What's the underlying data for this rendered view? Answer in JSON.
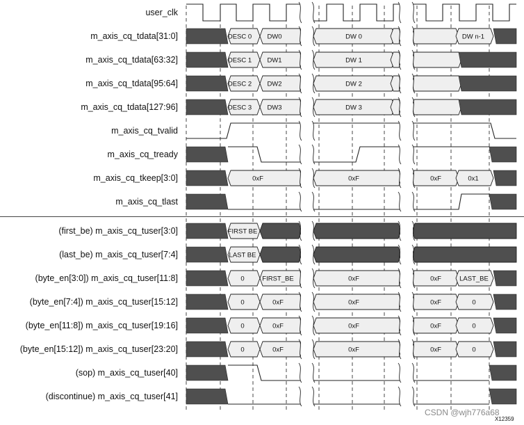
{
  "clock_label": "user_clk",
  "group1": [
    {
      "label": "m_axis_cq_tdata[31:0]",
      "cells": [
        "DESC 0",
        "DW0",
        "DW 0",
        "DW n-1"
      ]
    },
    {
      "label": "m_axis_cq_tdata[63:32]",
      "cells": [
        "DESC 1",
        "DW1",
        "DW   1"
      ]
    },
    {
      "label": "m_axis_cq_tdata[95:64]",
      "cells": [
        "DESC 2",
        "DW2",
        "DW   2"
      ]
    },
    {
      "label": "m_axis_cq_tdata[127:96]",
      "cells": [
        "DESC 3",
        "DW3",
        "DW   3"
      ]
    },
    {
      "label": "m_axis_cq_tvalid"
    },
    {
      "label": "m_axis_cq_tready"
    },
    {
      "label": "m_axis_cq_tkeep[3:0]",
      "cells": [
        "0xF",
        "0xF",
        "0xF",
        "0x1"
      ]
    },
    {
      "label": "m_axis_cq_tlast"
    }
  ],
  "group2": [
    {
      "label": "(first_be) m_axis_cq_tuser[3:0]",
      "cells": [
        "FIRST BE"
      ]
    },
    {
      "label": "(last_be) m_axis_cq_tuser[7:4]",
      "cells": [
        "LAST BE"
      ]
    },
    {
      "label": "(byte_en[3:0]) m_axis_cq_tuser[11:8]",
      "cells": [
        "0",
        "FIRST_BE",
        "0xF",
        "0xF",
        "LAST_BE"
      ]
    },
    {
      "label": "(byte_en[7:4]) m_axis_cq_tuser[15:12]",
      "cells": [
        "0",
        "0xF",
        "0xF",
        "0xF",
        "0"
      ]
    },
    {
      "label": "(byte_en[11:8]) m_axis_cq_tuser[19:16]",
      "cells": [
        "0",
        "0xF",
        "0xF",
        "0xF",
        "0"
      ]
    },
    {
      "label": "(byte_en[15:12]) m_axis_cq_tuser[23:20]",
      "cells": [
        "0",
        "0xF",
        "0xF",
        "0xF",
        "0"
      ]
    },
    {
      "label": "(sop) m_axis_cq_tuser[40]"
    },
    {
      "label": "(discontinue) m_axis_cq_tuser[41]"
    }
  ],
  "figure_id": "X12359",
  "watermark": "CSDN @wjh776a68",
  "colors": {
    "dark": "#4f4f4f",
    "light": "#efefef",
    "line": "#222222",
    "dash": "#333333"
  }
}
